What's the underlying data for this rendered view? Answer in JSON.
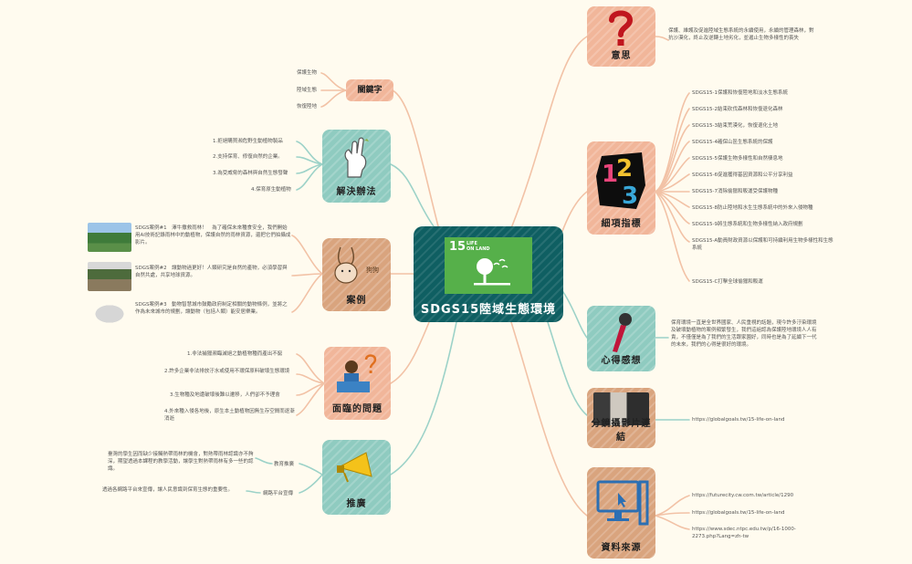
{
  "center": {
    "sdg_number": "15",
    "sdg_label": "LIFE\nON LAND",
    "title": "SDGS15陸域生態環境"
  },
  "keywords": {
    "title": "關鍵字",
    "items": [
      "保護生物",
      "陸域生態",
      "恢復陸地"
    ]
  },
  "solutions": {
    "title": "解決辦法",
    "items": [
      "1.拒絕購買瀕危野生動植物製品",
      "2.支持保育、修復自然的企業。",
      "3.為受威脅的森林與自然生態發聲",
      "4.保育原生動植物"
    ]
  },
  "cases": {
    "title": "案例",
    "badge": "狗狗",
    "items": [
      "SDGS案例#1　澤牛撒救雨林！　為了確保未來種食安全，我們開始用AI技術記錄雨林中的動植物，保護自然的雨林資源，還把它們拍攝成影片。",
      "SDGS案例#2　讓動物過更好！人類研究是自然的產物，必須學習與自然共處，共享地球資源。",
      "SDGS案例#3　動物智慧城市鼓勵政府制定相關的動物條例，並將之作為未來城市的規劃，讓動物（包括人類）能安居樂業。"
    ]
  },
  "problems": {
    "title": "面臨的問題",
    "items": [
      "1.非法捕獵濒臨滅絕之動植物種而產出不窮",
      "2.許多企業非法排放汙水或使用不環保原料破壞生態環境",
      "3.生物種及地遭破壞後難以遷移，人們卻不予理會",
      "4.外來種入侵各地後，原生本土動植物因無生存空間而逐漸消逝"
    ]
  },
  "promotion": {
    "title": "推廣",
    "branches": [
      {
        "label": "教育推廣",
        "text": "臺灣的學生因而缺少接觸熱帶雨林的機會，對熱帶雨林認識亦不夠深，期望透過本課程的教學活動，讓學生對熱帶雨林有多一些的認識。"
      },
      {
        "label": "網路平台宣傳",
        "text": "透過各網路平台來宣傳，讓人民意識到保育生態的重要性。"
      }
    ]
  },
  "intent": {
    "title": "意思",
    "text": "保護、維護及促進陸域生態系統的永續使用，永續的管理森林，對抗沙漠化，終止及逆轉土地劣化，並遏止生物多樣性的喪失"
  },
  "targets": {
    "title": "細項指標",
    "items": [
      "SDGS15-1保護和恢復陸地和淡水生態系統",
      "SDGS15-2結束砍伐森林和恢復退化森林",
      "SDGS15-3結束荒漠化，恢復退化土地",
      "SDGS15-4確保山區生態系統的保護",
      "SDGS15-5保護生物多樣性和自然棲息地",
      "SDGS15-6促進獲得基因資源和公平分享利益",
      "SDGS15-7消除偷獵和販運受保護物種",
      "SDGS15-8防止陸地和水生生態系統中的外來入侵物種",
      "SDGS15-9將生態系統和生物多樣性納入政府規劃",
      "SDGS15-A動員財政資源以保護和可持續利用生物多樣性和生態系統",
      "SDGS15-C打擊全球偷獵和販運"
    ]
  },
  "reflection": {
    "title": "心得感想",
    "text": "保育環境一直是全世界國家、人民重視的話題，現今許多汙染環境及破壞動植物的案例頻繁發生，我們這組認為保護陸地環境人人有責，不僅僅是為了我們的生活跟家園好，同時也是為了延續下一代的未來，我們的心得是很好的環境。"
  },
  "video": {
    "title": "分鏡攝影片連結",
    "url": "https://globalgoals.tw/15-life-on-land"
  },
  "sources": {
    "title": "資料來源",
    "links": [
      "https://futurecity.cw.com.tw/article/1290",
      "https://globalgoals.tw/15-life-on-land",
      "https://www.sdec.ntpc.edu.tw/p/16-1000-2273.php?Lang=zh-tw"
    ]
  },
  "colors": {
    "center": "#0f5f62",
    "sdg_green": "#56b04a",
    "peach": "#f1b69a",
    "teal": "#8fcbc0",
    "brown": "#d9a47e",
    "link_peach": "#f2c2a6",
    "link_teal": "#9cd2c8"
  },
  "icons": {
    "intent": "question-mark-icon",
    "targets": "numbers-123-icon",
    "reflection": "microphone-icon",
    "sources": "computer-monitor-icon",
    "solutions": "hand-icon",
    "cases": "rabbit-icon",
    "problems": "person-question-icon",
    "promotion": "megaphone-icon"
  }
}
